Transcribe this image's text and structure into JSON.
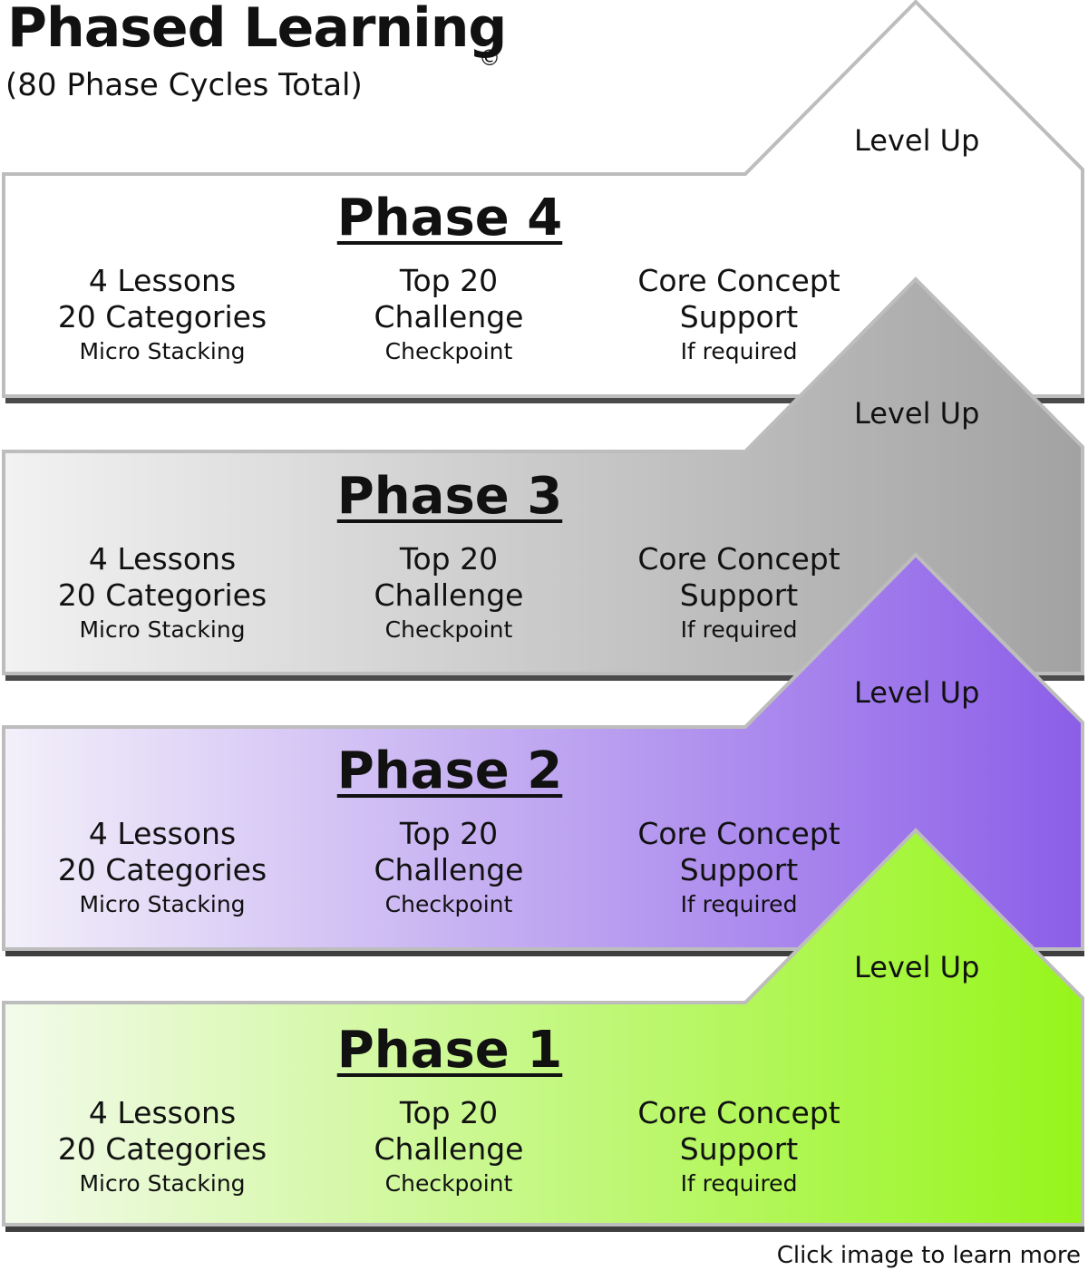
{
  "header": {
    "title": "Phased Learning",
    "copyright": "©",
    "subtitle": "(80 Phase Cycles Total)"
  },
  "phases": [
    {
      "name": "Phase 4",
      "level_up": "Level Up",
      "col1": [
        "4 Lessons",
        "20 Categories",
        "Micro Stacking"
      ],
      "col2": [
        "Top 20",
        "Challenge",
        "Checkpoint"
      ],
      "col3": [
        "Core Concept",
        "Support",
        "If required"
      ],
      "colors": {
        "light": "#ffffff",
        "dark": "#ffffff",
        "edge": "#4a4a4a"
      }
    },
    {
      "name": "Phase 3",
      "level_up": "Level Up",
      "col1": [
        "4 Lessons",
        "20 Categories",
        "Micro Stacking"
      ],
      "col2": [
        "Top 20",
        "Challenge",
        "Checkpoint"
      ],
      "col3": [
        "Core Concept",
        "Support",
        "If required"
      ],
      "colors": {
        "light": "#f2f2f2",
        "dark": "#a2a2a2",
        "edge": "#4a4a4a"
      }
    },
    {
      "name": "Phase 2",
      "level_up": "Level Up",
      "col1": [
        "4 Lessons",
        "20 Categories",
        "Micro Stacking"
      ],
      "col2": [
        "Top 20",
        "Challenge",
        "Checkpoint"
      ],
      "col3": [
        "Core Concept",
        "Support",
        "If required"
      ],
      "colors": {
        "light": "#f3f0fa",
        "dark": "#8c5ee8",
        "edge": "#3e3e3e"
      }
    },
    {
      "name": "Phase 1",
      "level_up": "Level Up",
      "col1": [
        "4 Lessons",
        "20 Categories",
        "Micro Stacking"
      ],
      "col2": [
        "Top 20",
        "Challenge",
        "Checkpoint"
      ],
      "col3": [
        "Core Concept",
        "Support",
        "If required"
      ],
      "colors": {
        "light": "#f3faeb",
        "dark": "#96f51a",
        "edge": "#3e3e3e"
      }
    }
  ],
  "footer": {
    "text": "Click image to learn more"
  }
}
